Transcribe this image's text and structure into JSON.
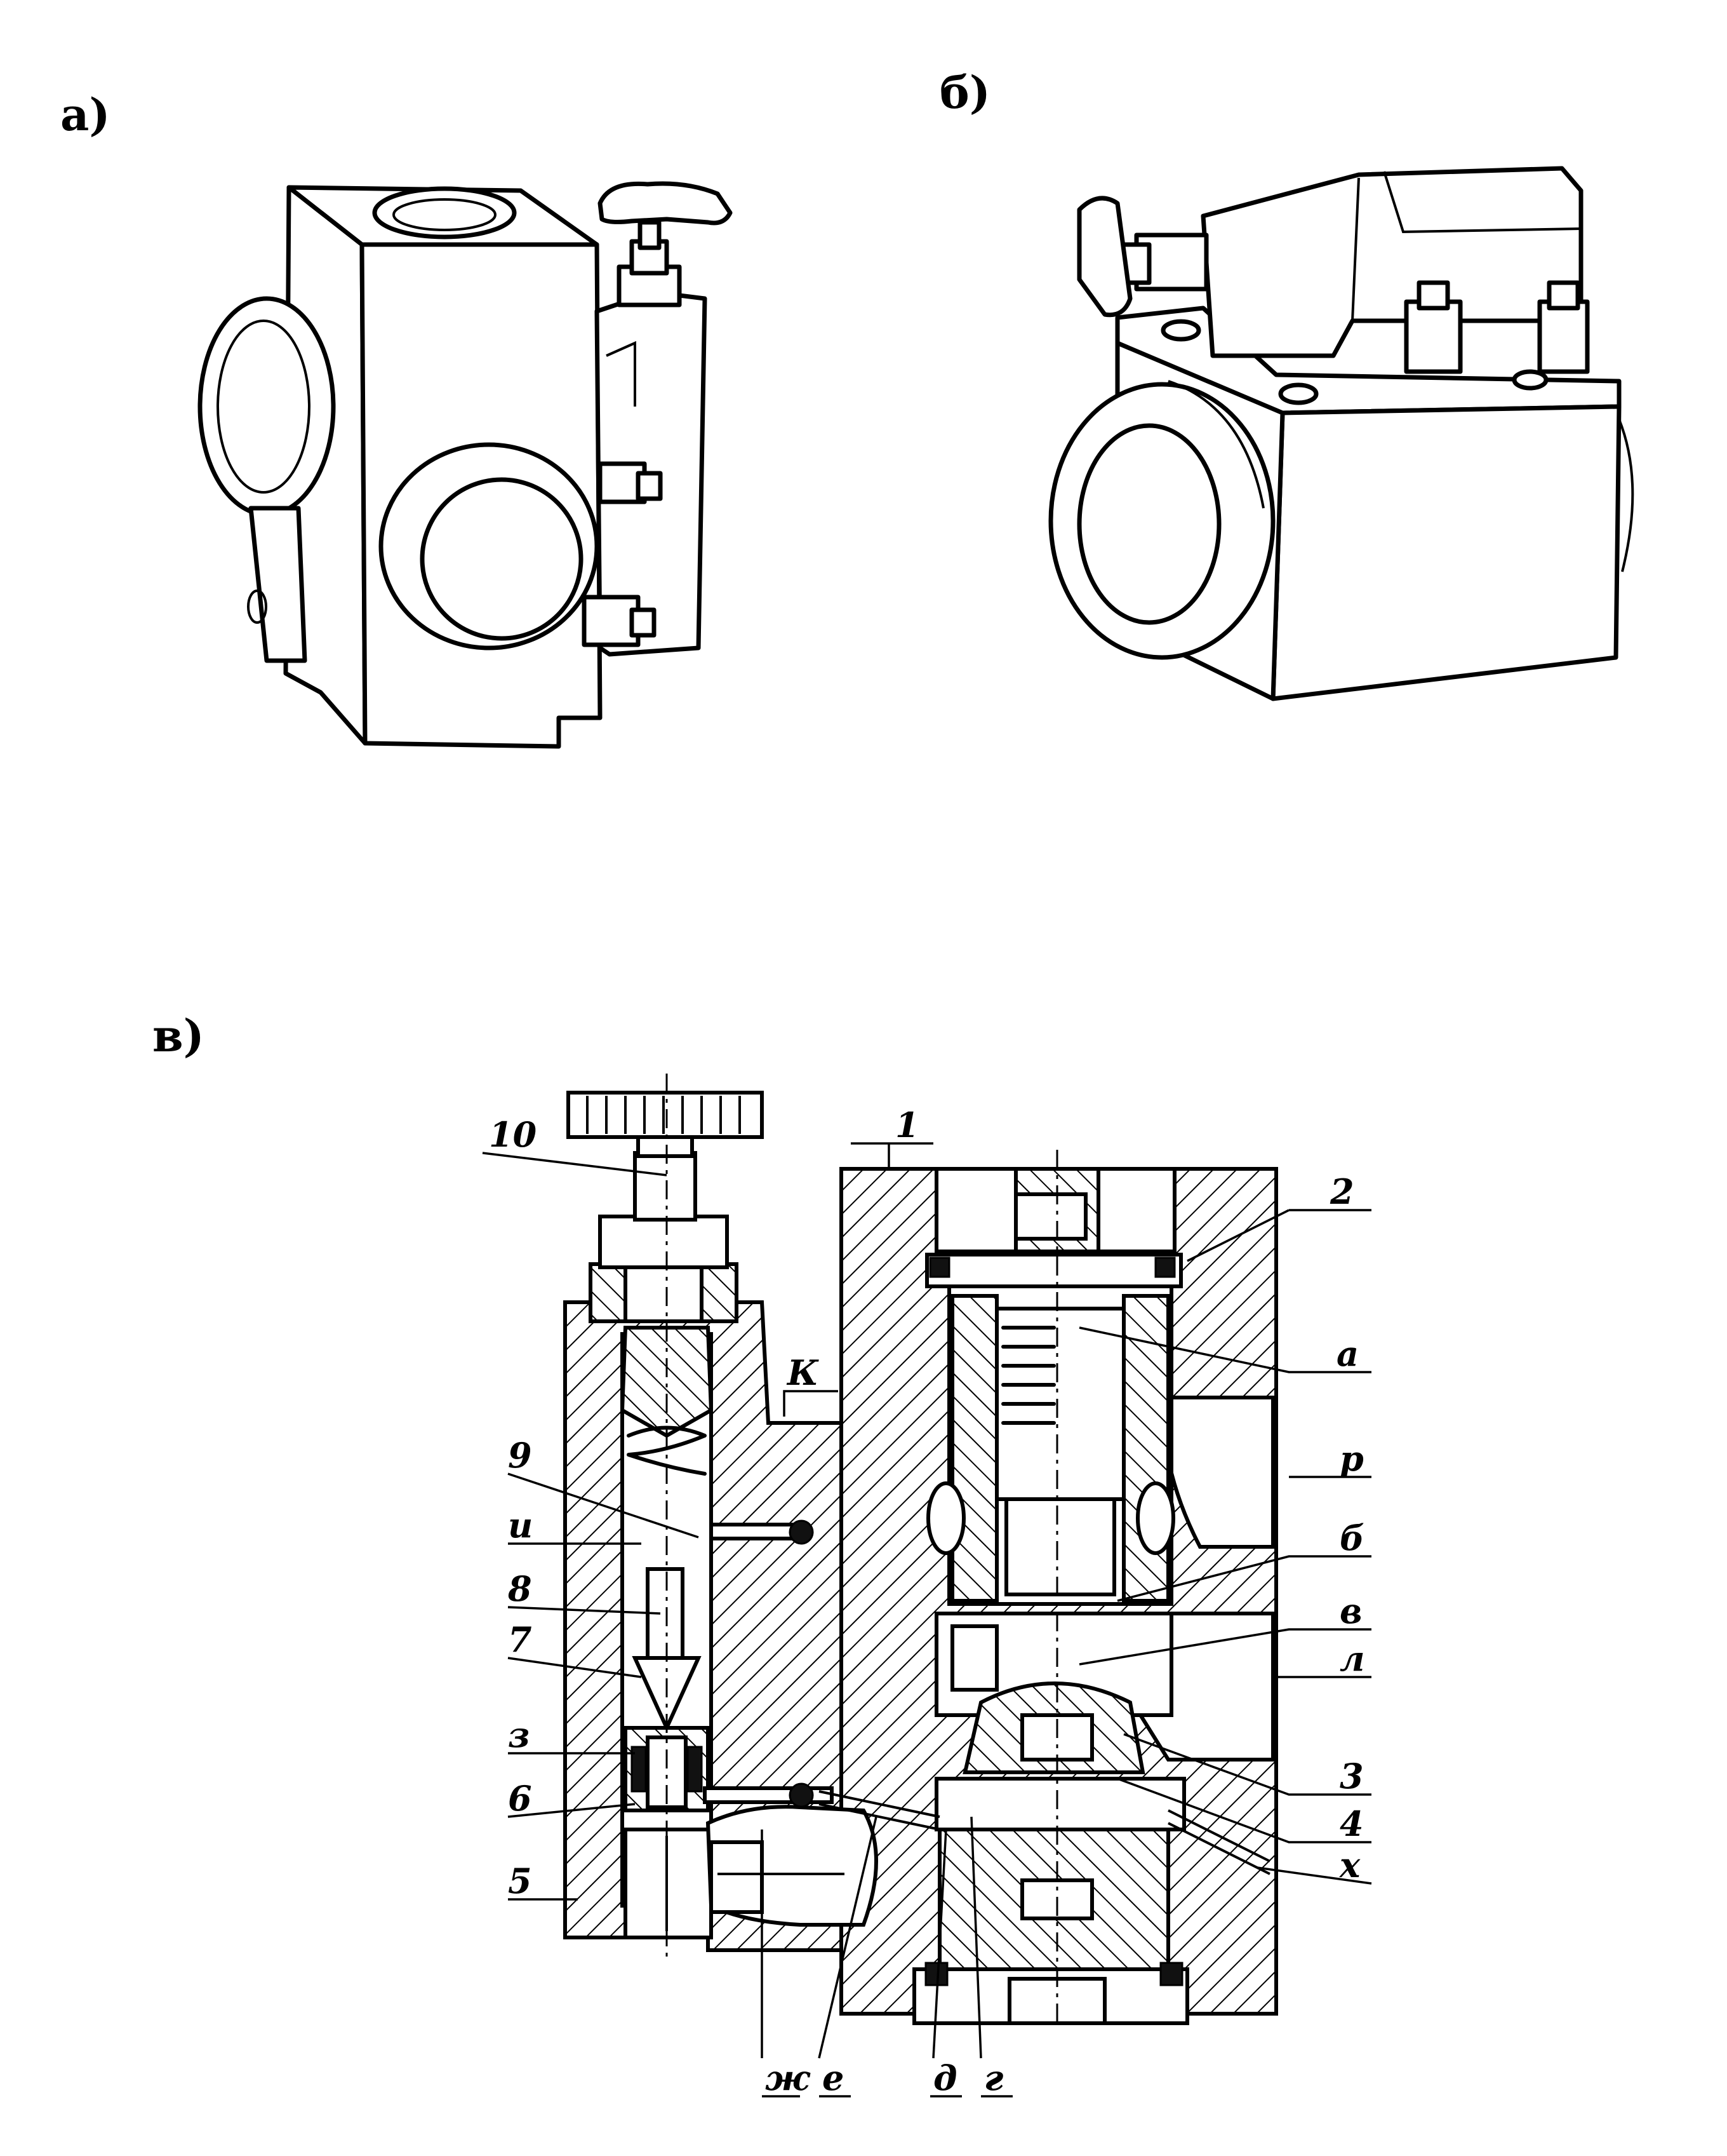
{
  "panels": {
    "a": "а)",
    "b": "б)",
    "v": "в)"
  },
  "labels": {
    "l1": "1",
    "l2": "2",
    "la": "а",
    "lp": "р",
    "lb6": "б",
    "lv": "в",
    "lL": "л",
    "l3r": "3",
    "l4": "4",
    "lx": "х",
    "l10": "10",
    "lK": "К",
    "l9": "9",
    "lu": "и",
    "l8": "8",
    "l7": "7",
    "l3l": "з",
    "l6": "6",
    "l5": "5",
    "lzh": "ж",
    "le": "е",
    "ld": "д",
    "lg": "г"
  }
}
